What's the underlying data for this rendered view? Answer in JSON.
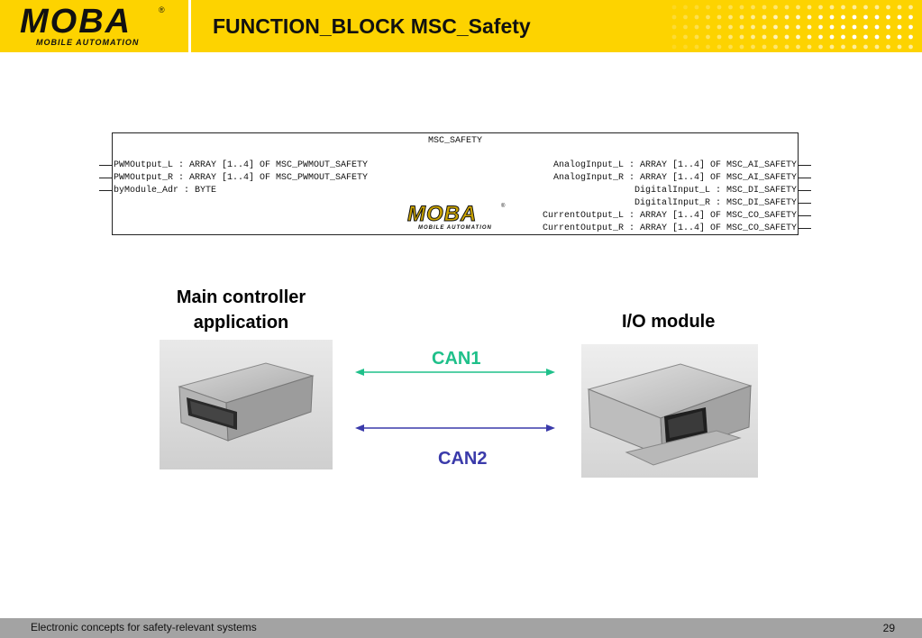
{
  "header": {
    "logo_text": "MOBA",
    "logo_reg": "®",
    "logo_sub": "MOBILE AUTOMATION",
    "title": "FUNCTION_BLOCK MSC_Safety"
  },
  "function_block": {
    "name": "MSC_SAFETY",
    "inputs": [
      "PWMOutput_L : ARRAY [1..4] OF MSC_PWMOUT_SAFETY",
      "PWMOutput_R : ARRAY [1..4] OF MSC_PWMOUT_SAFETY",
      "byModule_Adr : BYTE"
    ],
    "outputs": [
      "AnalogInput_L : ARRAY [1..4] OF MSC_AI_SAFETY",
      "AnalogInput_R : ARRAY [1..4] OF MSC_AI_SAFETY",
      "DigitalInput_L : MSC_DI_SAFETY",
      "DigitalInput_R : MSC_DI_SAFETY",
      "CurrentOutput_L : ARRAY [1..4] OF MSC_CO_SAFETY",
      "CurrentOutput_R : ARRAY [1..4] OF MSC_CO_SAFETY"
    ],
    "logo_text": "MOBA",
    "logo_reg": "®",
    "logo_sub": "MOBILE AUTOMATION"
  },
  "diagram": {
    "main_label_line1": "Main controller",
    "main_label_line2": "application",
    "io_label": "I/O module",
    "can1_label": "CAN1",
    "can2_label": "CAN2",
    "can1_color": "#1fc08a",
    "can2_color": "#3a3aaa"
  },
  "colors": {
    "header_bg": "#fdd300",
    "footer_bg": "#a3a3a3"
  },
  "footer": {
    "text": "Electronic concepts for safety-relevant systems",
    "page_number": "29"
  }
}
